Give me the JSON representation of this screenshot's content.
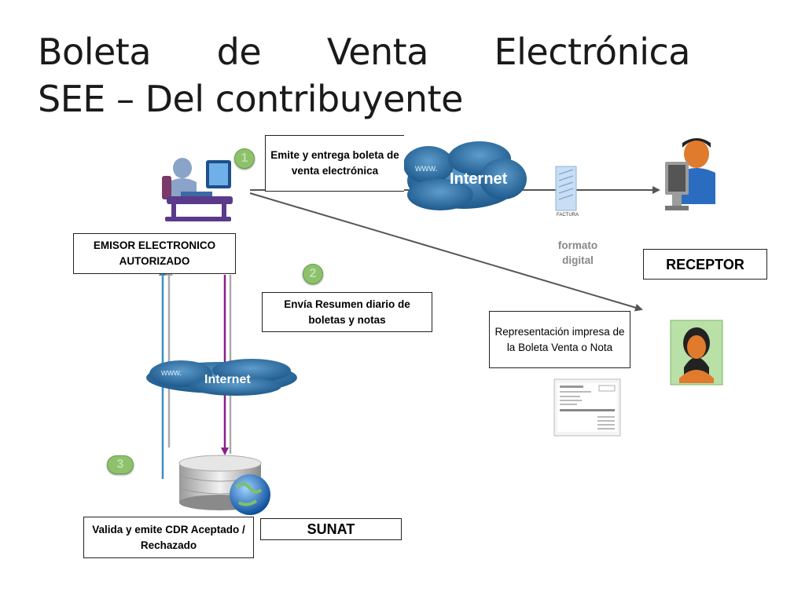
{
  "slide": {
    "title_line1": "Boleta de Venta Electrónica",
    "title_line2": "SEE – Del contribuyente"
  },
  "boxes": {
    "emite": "Emite y entrega boleta de venta electrónica",
    "emisor": "EMISOR ELECTRONICO AUTORIZADO",
    "receptor": "RECEPTOR",
    "envia": "Envía Resumen diario de boletas y notas",
    "representacion": "Representación impresa de la Boleta Venta o Nota",
    "valida": "Valida y emite CDR Aceptado / Rechazado",
    "sunat": "SUNAT"
  },
  "labels": {
    "formato_digital": "formato digital",
    "internet_top": "Internet",
    "internet_mid": "Internet",
    "www_top": "www.",
    "www_mid": "www.",
    "factura": "FACTURA"
  },
  "steps": {
    "step1": "1",
    "step2": "2",
    "step3": "3"
  },
  "icons": {
    "emisor_computer": "computer-user-icon",
    "receptor_computer": "computer-user-icon",
    "receptor_person": "woman-avatar-icon",
    "document": "invoice-document-icon",
    "printed_receipt": "printed-receipt-icon",
    "database": "database-globe-icon",
    "cloud": "internet-cloud-icon"
  },
  "colors": {
    "cloud": "#2f6d9c",
    "arrow_gray": "#555555",
    "arrow_blue": "#3a8fc4",
    "arrow_purple": "#8a1f8a",
    "badge_green": "#8dc16b"
  }
}
